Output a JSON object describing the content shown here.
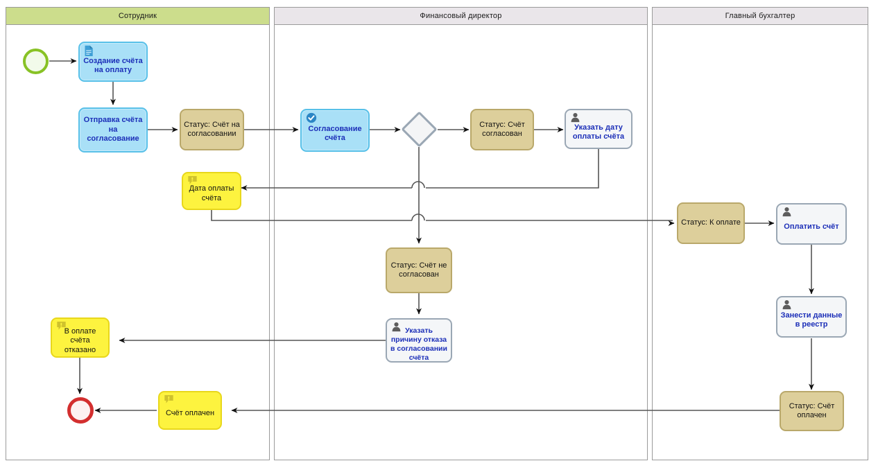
{
  "diagram": {
    "type": "bpmn-swimlane",
    "title_visible": false,
    "colors": {
      "lane_green": "#ccdd8c",
      "lane_grey": "#eae6ea",
      "task_blue_fill": "#a9e0f7",
      "task_blue_border": "#58c0e8",
      "status_fill": "#ddcf9b",
      "status_border": "#b9a86a",
      "user_fill": "#f4f6f8",
      "user_border": "#9aa7b4",
      "note_fill": "#fdf33f",
      "note_border": "#e8d71b",
      "start_event": "#88c225",
      "end_event": "#d32f2f",
      "connector": "#555555",
      "label_blue": "#1c2fb8"
    }
  },
  "lanes": [
    {
      "id": "lane-employee",
      "label": "Сотрудник"
    },
    {
      "id": "lane-cfo",
      "label": "Финансовый директор"
    },
    {
      "id": "lane-chief-accountant",
      "label": "Главный бухгалтер"
    }
  ],
  "nodes": {
    "start_event": {
      "name": "start-event",
      "label": ""
    },
    "end_event": {
      "name": "end-event",
      "label": ""
    },
    "gateway": {
      "name": "exclusive-gateway",
      "label": ""
    },
    "create_invoice": {
      "label": "Создание счёта на оплату",
      "icon": "document-icon",
      "lane": "lane-employee"
    },
    "send_invoice": {
      "label": "Отправка счёта на согласование",
      "icon": null,
      "lane": "lane-employee"
    },
    "status_on_approval": {
      "label": "Статус: Счёт на согласовании",
      "lane": "lane-employee"
    },
    "approve_invoice": {
      "label": "Согласование счёта",
      "icon": "check-circle-icon",
      "lane": "lane-cfo"
    },
    "status_approved": {
      "label": "Статус: Счёт согласован",
      "lane": "lane-cfo"
    },
    "set_payment_date": {
      "label": "Указать дату оплаты счёта",
      "icon": "user-icon",
      "lane": "lane-cfo"
    },
    "note_payment_date": {
      "label": "Дата оплаты счёта",
      "icon": "note-icon",
      "lane": "lane-employee"
    },
    "status_not_approved": {
      "label": "Статус: Счёт не согласован",
      "lane": "lane-cfo"
    },
    "state_reject_reason": {
      "label": "Указать причину отказа в согласовании счёта",
      "icon": "user-icon",
      "lane": "lane-cfo"
    },
    "note_payment_refused": {
      "label": "В оплате счёта отказано",
      "icon": "note-icon",
      "lane": "lane-employee"
    },
    "note_invoice_paid": {
      "label": "Счёт оплачен",
      "icon": "note-icon",
      "lane": "lane-employee"
    },
    "status_to_pay": {
      "label": "Статус: К оплате",
      "lane": "lane-chief-accountant"
    },
    "pay_invoice": {
      "label": "Оплатить счёт",
      "icon": "user-icon",
      "lane": "lane-chief-accountant"
    },
    "register_data": {
      "label": "Занести данные в реестр",
      "icon": "user-icon",
      "lane": "lane-chief-accountant"
    },
    "status_paid": {
      "label": "Статус: Счёт оплачен",
      "lane": "lane-chief-accountant"
    }
  }
}
